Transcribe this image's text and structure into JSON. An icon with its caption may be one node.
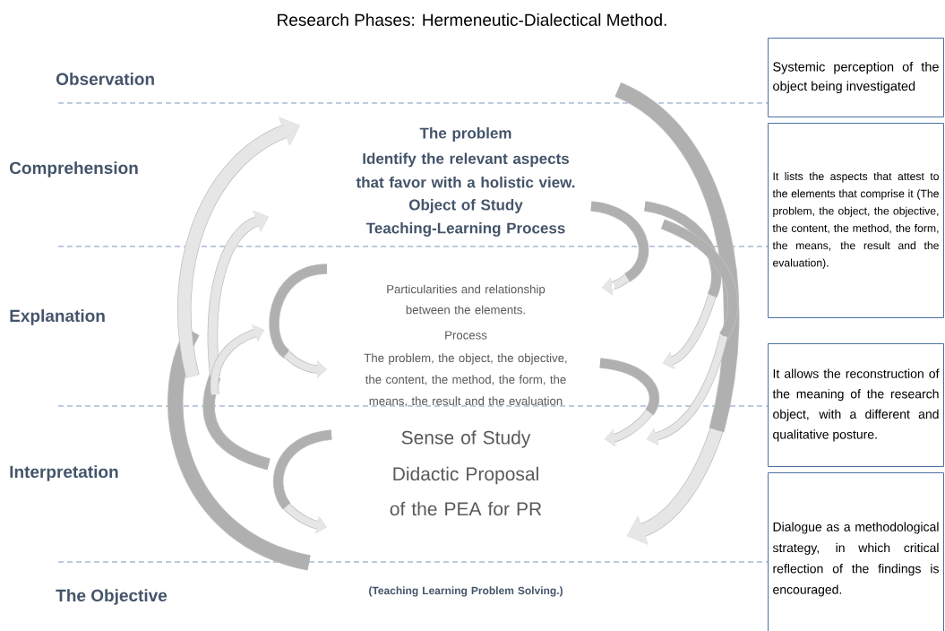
{
  "diagram": {
    "title": "Research Phases: Hermeneutic-Dialectical Method.",
    "nodes": [
      {
        "text": [
          "Systemic perception of the object being investigated"
        ]
      },
      {
        "text": [
          "It lists the aspects that attest to the elements that comprise it (The problem, the object, the objective, the content, the method, the form, the means, the result and the evaluation)."
        ]
      },
      {
        "text": [
          "It allows the reconstruction of the meaning of the research object, with a different and qualitative posture."
        ]
      },
      {
        "text": [
          "Dialogue as a methodological strategy, in which critical reflection of the findings is encouraged."
        ]
      }
    ],
    "labels": [
      "Observation",
      "Comprehension",
      "The problem",
      "Identify the relevant aspects that favor with a holistic view.",
      "Object of Study",
      "Teaching-Learning Process",
      "Explanation",
      "Particularities and relationship between the elements.",
      "Process",
      "The problem, the object, the objective, the content, the method, the form, the means, the result and the evaluation",
      "Interpretation",
      "Sense of Study",
      "Didactic Proposal of the PEA for PR",
      "The Objective",
      "(Teaching Learning Problem Solving.)"
    ]
  }
}
